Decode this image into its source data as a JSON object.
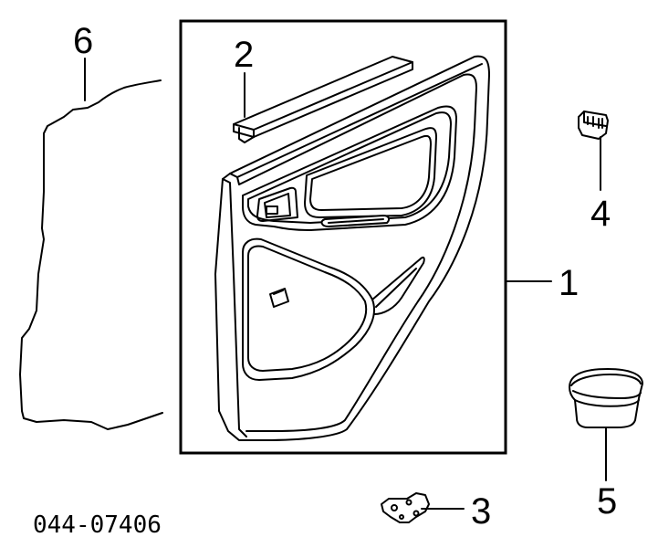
{
  "callouts": {
    "part_1": "1",
    "part_2": "2",
    "part_3": "3",
    "part_4": "4",
    "part_5": "5",
    "part_6": "6"
  },
  "diagram_code": "044-07406",
  "colors": {
    "ink": "#000000",
    "paper": "#ffffff"
  }
}
